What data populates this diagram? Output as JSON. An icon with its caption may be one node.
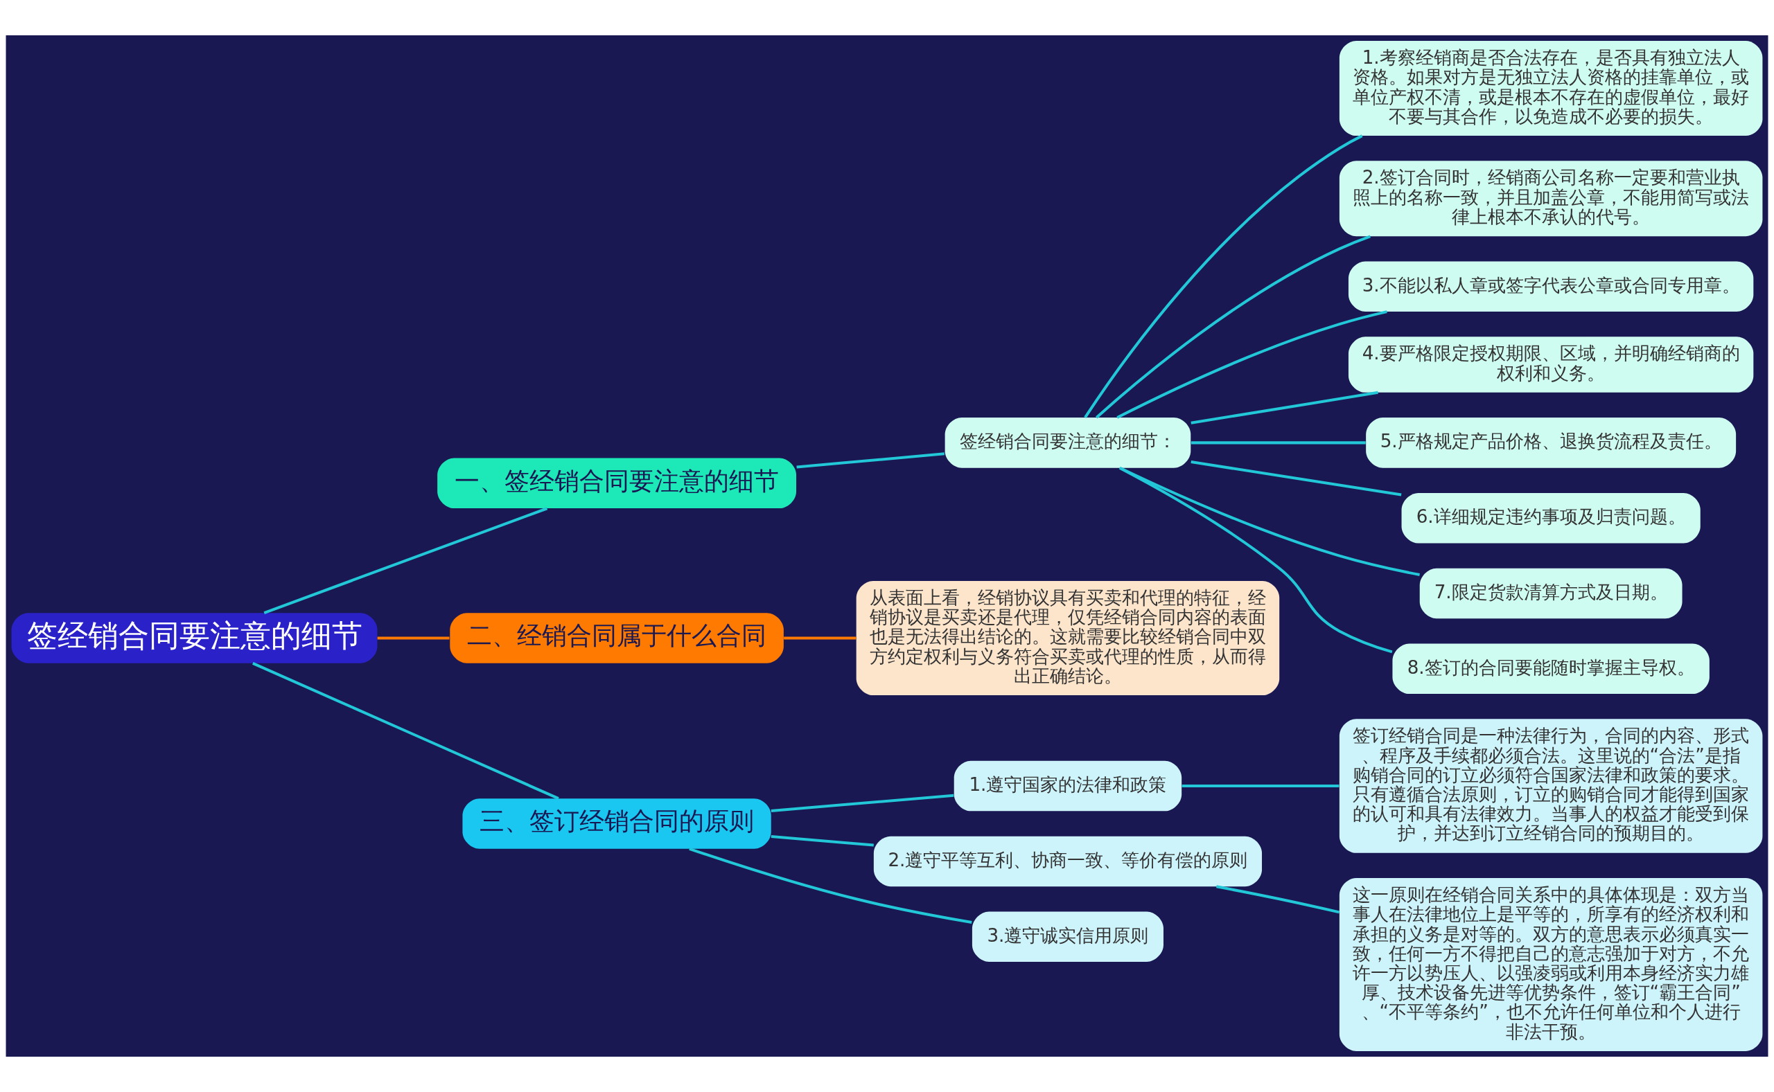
{
  "diagram": {
    "nodes": [
      {
        "text": [
          "签经销合同要注意的细节"
        ]
      },
      {
        "text": [
          "一、签经销合同要注意的细节"
        ]
      },
      {
        "text": [
          "签经销合同要注意的细节："
        ]
      },
      {
        "text": [
          "1.考察经销商是否合法存在，是否具有独立法人资格。如果对方是无独立法人资格的挂靠单位，或单位产权不清，或是根本不存在的虚假单位，最好不要与其合作，以免造成不必要的损失。"
        ]
      },
      {
        "text": [
          "2.签订合同时，经销商公司名称一定要和营业执照上的名称一致，并且加盖公章，不能用简写或法律上根本不承认的代号。"
        ]
      },
      {
        "text": [
          "3.不能以私人章或签字代表公章或合同专用章。"
        ]
      },
      {
        "text": [
          "4.要严格限定授权期限、区域，并明确经销商的权利和义务。"
        ]
      },
      {
        "text": [
          "5.严格规定产品价格、退换货流程及责任。"
        ]
      },
      {
        "text": [
          "6.详细规定违约事项及归责问题。"
        ]
      },
      {
        "text": [
          "7.限定货款清算方式及日期。"
        ]
      },
      {
        "text": [
          "8.签订的合同要能随时掌握主导权。"
        ]
      },
      {
        "text": [
          "二、经销合同属于什么合同"
        ]
      },
      {
        "text": [
          "从表面上看，经销协议具有买卖和代理的特征，经销协议是买卖还是代理，仅凭经销合同内容的表面也是无法得出结论的。这就需要比较经销合同中双方约定权利与义务符合买卖或代理的性质，从而得出正确结论。"
        ]
      },
      {
        "text": [
          "三、签订经销合同的原则"
        ]
      },
      {
        "text": [
          "1.遵守国家的法律和政策"
        ]
      },
      {
        "text": [
          "签订经销合同是一种法律行为，合同的内容、形式、程序及手续都必须合法。这里说的“合法”是指购销合同的订立必须符合国家法律和政策的要求。只有遵循合法原则，订立的购销合同才能得到国家的认可和具有法律效力。当事人的权益才能受到保护，并达到订立经销合同的预期目的。"
        ]
      },
      {
        "text": [
          "2.遵守平等互利、协商一致、等价有偿的原则"
        ]
      },
      {
        "text": [
          "这一原则在经销合同关系中的具体体现是：双方当事人在法律地位上是平等的，所享有的经济权利和承担的义务是对等的。双方的意思表示必须真实一致，任何一方不得把自己的意志强加于对方，不允许一方以势压人、以强凌弱或利用本身经济实力雄厚、技术设备先进等优势条件，签订“霸王合同”、“不平等条约”，也不允许任何单位和个人进行非法干预。"
        ]
      },
      {
        "text": [
          "3.遵守诚实信用原则"
        ]
      }
    ],
    "edges": [
      {
        "from": 0,
        "to": 1,
        "arrow": "none"
      },
      {
        "from": 1,
        "to": 2,
        "arrow": "none"
      },
      {
        "from": 2,
        "to": 3,
        "arrow": "none"
      },
      {
        "from": 2,
        "to": 4,
        "arrow": "none"
      },
      {
        "from": 2,
        "to": 5,
        "arrow": "none"
      },
      {
        "from": 2,
        "to": 6,
        "arrow": "none"
      },
      {
        "from": 2,
        "to": 7,
        "arrow": "none"
      },
      {
        "from": 2,
        "to": 8,
        "arrow": "none"
      },
      {
        "from": 2,
        "to": 9,
        "arrow": "none"
      },
      {
        "from": 2,
        "to": 10,
        "arrow": "none"
      },
      {
        "from": 0,
        "to": 11,
        "arrow": "none",
        "color": "#ff7a00"
      },
      {
        "from": 11,
        "to": 12,
        "arrow": "none",
        "color": "#ff7a00"
      },
      {
        "from": 0,
        "to": 13,
        "arrow": "none"
      },
      {
        "from": 13,
        "to": 14,
        "arrow": "none"
      },
      {
        "from": 14,
        "to": 15,
        "arrow": "none"
      },
      {
        "from": 13,
        "to": 16,
        "arrow": "none"
      },
      {
        "from": 16,
        "to": 17,
        "arrow": "none"
      },
      {
        "from": 13,
        "to": 18,
        "arrow": "none"
      }
    ]
  }
}
